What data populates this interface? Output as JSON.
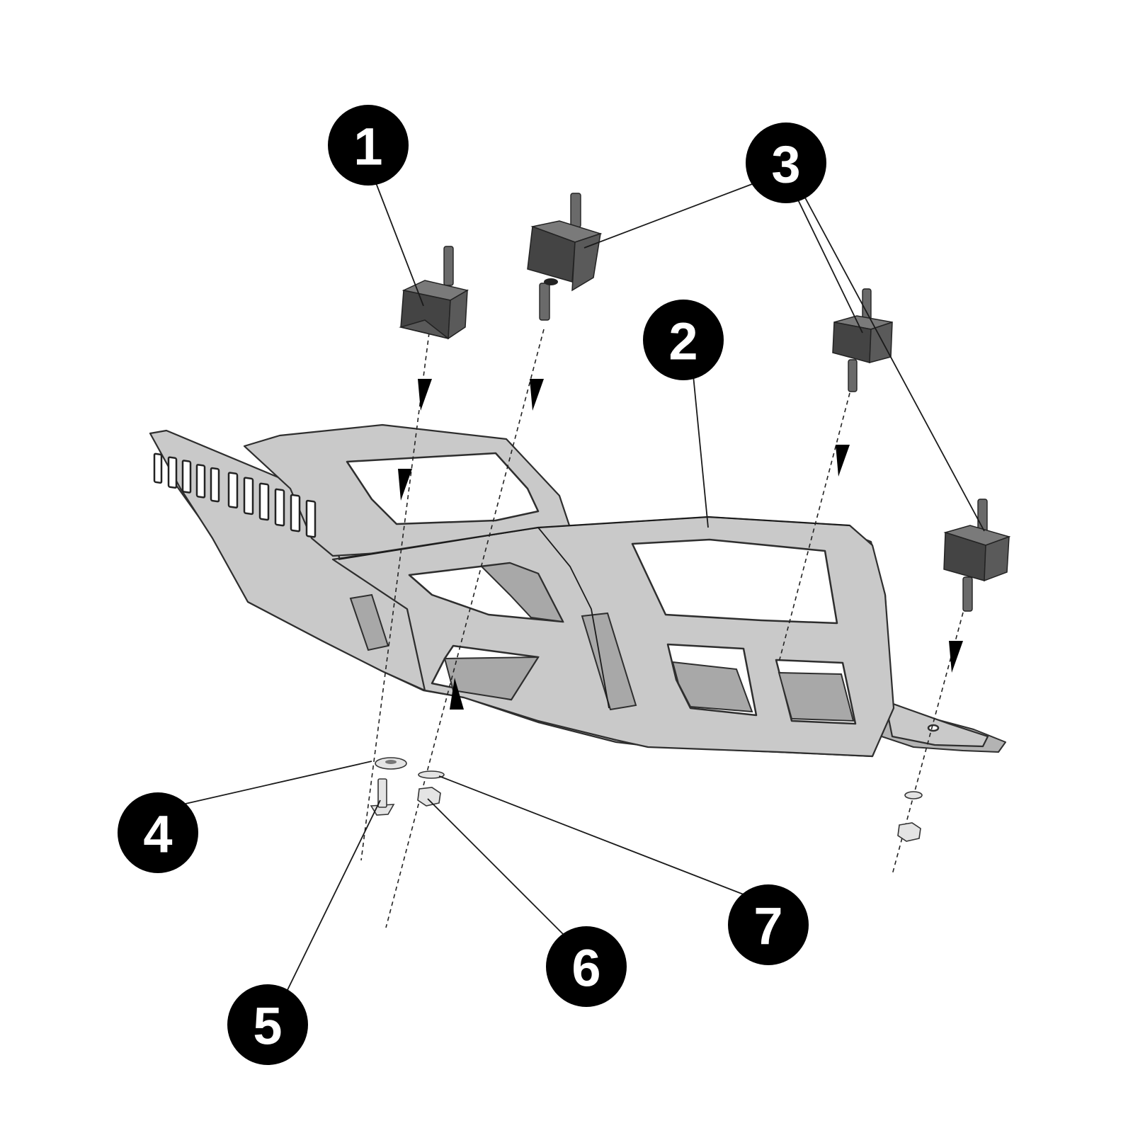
{
  "callouts": [
    {
      "id": "1",
      "label": "1"
    },
    {
      "id": "2",
      "label": "2"
    },
    {
      "id": "3",
      "label": "3"
    },
    {
      "id": "4",
      "label": "4"
    },
    {
      "id": "5",
      "label": "5"
    },
    {
      "id": "6",
      "label": "6"
    },
    {
      "id": "7",
      "label": "7"
    }
  ],
  "colors": {
    "callout_fill": "#000000",
    "callout_text": "#ffffff",
    "plate": "#c9c9c9",
    "rubber_mount": "#5a5a5a"
  },
  "parts": [
    {
      "callout": "1",
      "icon": "rubber-mount-icon"
    },
    {
      "callout": "2",
      "icon": "skid-plate-icon"
    },
    {
      "callout": "3",
      "icon": "rubber-mount-icon"
    },
    {
      "callout": "4",
      "icon": "washer-icon"
    },
    {
      "callout": "5",
      "icon": "countersunk-screw-icon"
    },
    {
      "callout": "6",
      "icon": "nut-icon"
    },
    {
      "callout": "7",
      "icon": "washer-icon"
    }
  ]
}
